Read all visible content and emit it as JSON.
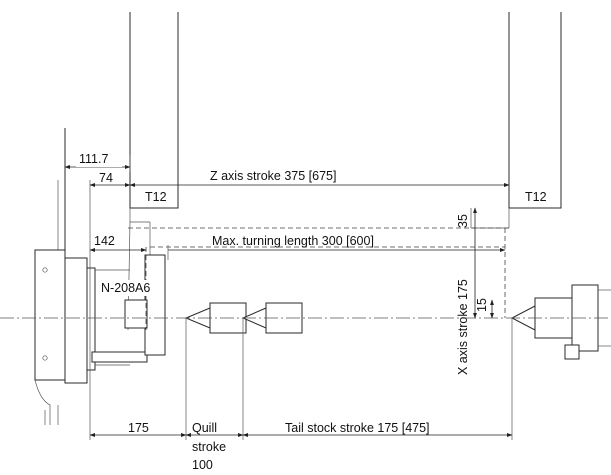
{
  "labels": {
    "dim_111_7": "111.7",
    "dim_74": "74",
    "z_stroke": "Z axis stroke 375 [675]",
    "tool_left": "T12",
    "tool_right": "T12",
    "dim_142": "142",
    "max_turning": "Max. turning length 300 [600]",
    "dim_35": "35",
    "x_stroke": "X axis stroke 175",
    "dim_15": "15",
    "chuck_model": "N-208A6",
    "dim_175": "175",
    "quill_line1": "Quill",
    "quill_line2": "stroke",
    "quill_line3": "100",
    "tail_stroke": "Tail stock stroke 175 [475]"
  }
}
